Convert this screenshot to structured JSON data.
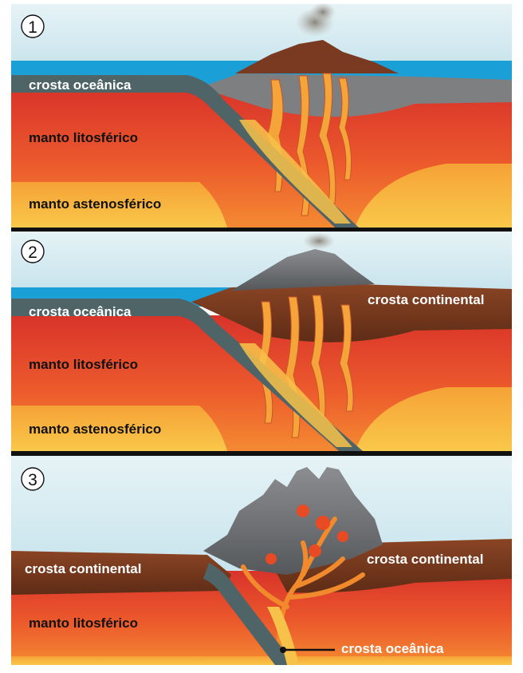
{
  "panels": [
    {
      "number": "1",
      "labels": {
        "oceanic_crust": "crosta oceânica",
        "lithospheric_mantle": "manto litosférico",
        "asthenospheric_mantle": "manto astenosférico"
      }
    },
    {
      "number": "2",
      "labels": {
        "oceanic_crust": "crosta oceânica",
        "continental_crust": "crosta continental",
        "lithospheric_mantle": "manto litosférico",
        "asthenospheric_mantle": "manto astenosférico"
      }
    },
    {
      "number": "3",
      "labels": {
        "continental_crust_left": "crosta continental",
        "continental_crust_right": "crosta continental",
        "lithospheric_mantle": "manto litosférico",
        "oceanic_crust": "crosta oceânica"
      }
    }
  ],
  "colors": {
    "sky": "#d6ebf1",
    "ocean": "#1aa0d6",
    "oceanic_crust": "#4f6466",
    "continental_crust": "#7a3b1f",
    "lithospheric_mantle": "#e8482a",
    "asthenospheric_mantle": "#f7b840",
    "magma": "#f5a43a",
    "volcano_rock": "#6e6e70",
    "divider": "#111111"
  }
}
